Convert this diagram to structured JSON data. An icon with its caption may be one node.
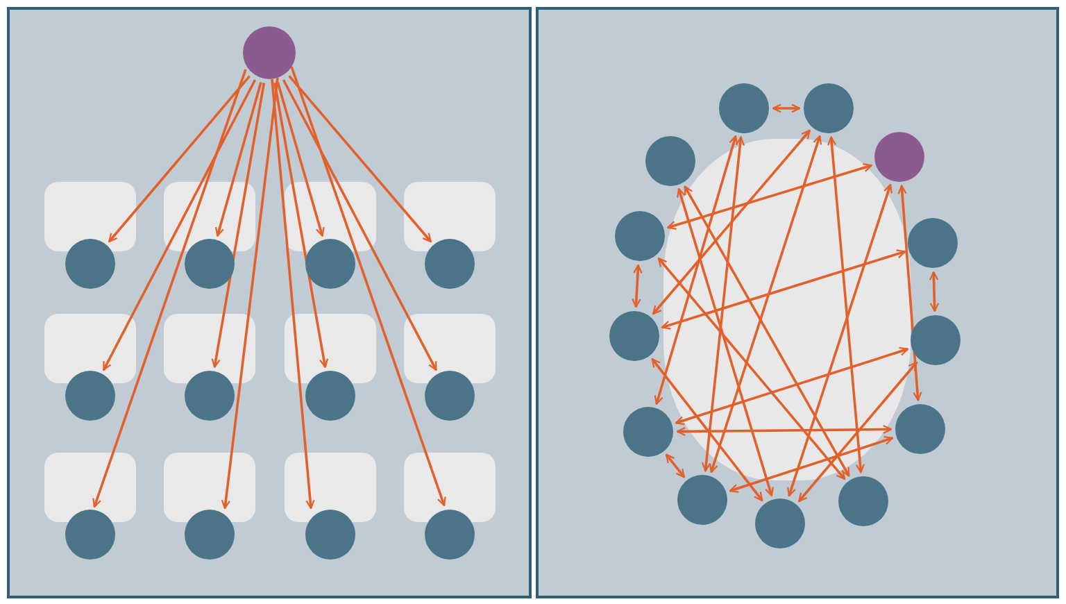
{
  "diagram": {
    "nodes": [
      {
        "text": [],
        "shape": "circle"
      },
      {
        "text": [],
        "shape": "circle"
      },
      {
        "text": [],
        "shape": "circle"
      },
      {
        "text": [],
        "shape": "circle"
      },
      {
        "text": [],
        "shape": "circle"
      },
      {
        "text": [],
        "shape": "circle"
      },
      {
        "text": [],
        "shape": "circle"
      },
      {
        "text": [],
        "shape": "circle"
      },
      {
        "text": [],
        "shape": "circle"
      },
      {
        "text": [],
        "shape": "circle"
      },
      {
        "text": [],
        "shape": "circle"
      },
      {
        "text": [],
        "shape": "circle"
      },
      {
        "text": [],
        "shape": "circle"
      },
      {
        "text": [],
        "shape": "circle"
      },
      {
        "text": [],
        "shape": "circle"
      },
      {
        "text": [],
        "shape": "circle"
      },
      {
        "text": [],
        "shape": "circle"
      },
      {
        "text": [],
        "shape": "circle"
      },
      {
        "text": [],
        "shape": "circle"
      },
      {
        "text": [],
        "shape": "circle"
      },
      {
        "text": [],
        "shape": "circle"
      },
      {
        "text": [],
        "shape": "circle"
      },
      {
        "text": [],
        "shape": "circle"
      },
      {
        "text": [],
        "shape": "circle"
      },
      {
        "text": [],
        "shape": "circle"
      },
      {
        "text": [],
        "shape": "circle"
      }
    ],
    "edges": [
      {
        "from": 0,
        "to": 1,
        "arrow": "to"
      },
      {
        "from": 0,
        "to": 2,
        "arrow": "to"
      },
      {
        "from": 0,
        "to": 3,
        "arrow": "to"
      },
      {
        "from": 0,
        "to": 4,
        "arrow": "to"
      },
      {
        "from": 0,
        "to": 5,
        "arrow": "to"
      },
      {
        "from": 0,
        "to": 6,
        "arrow": "to"
      },
      {
        "from": 0,
        "to": 7,
        "arrow": "to"
      },
      {
        "from": 0,
        "to": 8,
        "arrow": "to"
      },
      {
        "from": 0,
        "to": 9,
        "arrow": "to"
      },
      {
        "from": 0,
        "to": 10,
        "arrow": "to"
      },
      {
        "from": 0,
        "to": 11,
        "arrow": "to"
      },
      {
        "from": 0,
        "to": 12,
        "arrow": "to"
      },
      {
        "from": 13,
        "to": 14,
        "arrow": "both"
      },
      {
        "from": 17,
        "to": 19,
        "arrow": "both"
      },
      {
        "from": 18,
        "to": 20,
        "arrow": "both"
      },
      {
        "from": 21,
        "to": 23,
        "arrow": "both"
      },
      {
        "from": 13,
        "to": 21,
        "arrow": "both"
      },
      {
        "from": 14,
        "to": 19,
        "arrow": "both"
      },
      {
        "from": 14,
        "to": 25,
        "arrow": "both"
      },
      {
        "from": 15,
        "to": 17,
        "arrow": "both"
      },
      {
        "from": 15,
        "to": 24,
        "arrow": "both"
      },
      {
        "from": 16,
        "to": 24,
        "arrow": "both"
      },
      {
        "from": 16,
        "to": 25,
        "arrow": "both"
      },
      {
        "from": 13,
        "to": 23,
        "arrow": "both"
      },
      {
        "from": 14,
        "to": 23,
        "arrow": "both"
      },
      {
        "from": 18,
        "to": 19,
        "arrow": "both"
      },
      {
        "from": 20,
        "to": 21,
        "arrow": "both"
      },
      {
        "from": 22,
        "to": 21,
        "arrow": "both"
      },
      {
        "from": 22,
        "to": 23,
        "arrow": "both"
      },
      {
        "from": 20,
        "to": 24,
        "arrow": "both"
      },
      {
        "from": 17,
        "to": 25,
        "arrow": "both"
      },
      {
        "from": 19,
        "to": 24,
        "arrow": "both"
      },
      {
        "from": 15,
        "to": 22,
        "arrow": "both"
      }
    ]
  }
}
